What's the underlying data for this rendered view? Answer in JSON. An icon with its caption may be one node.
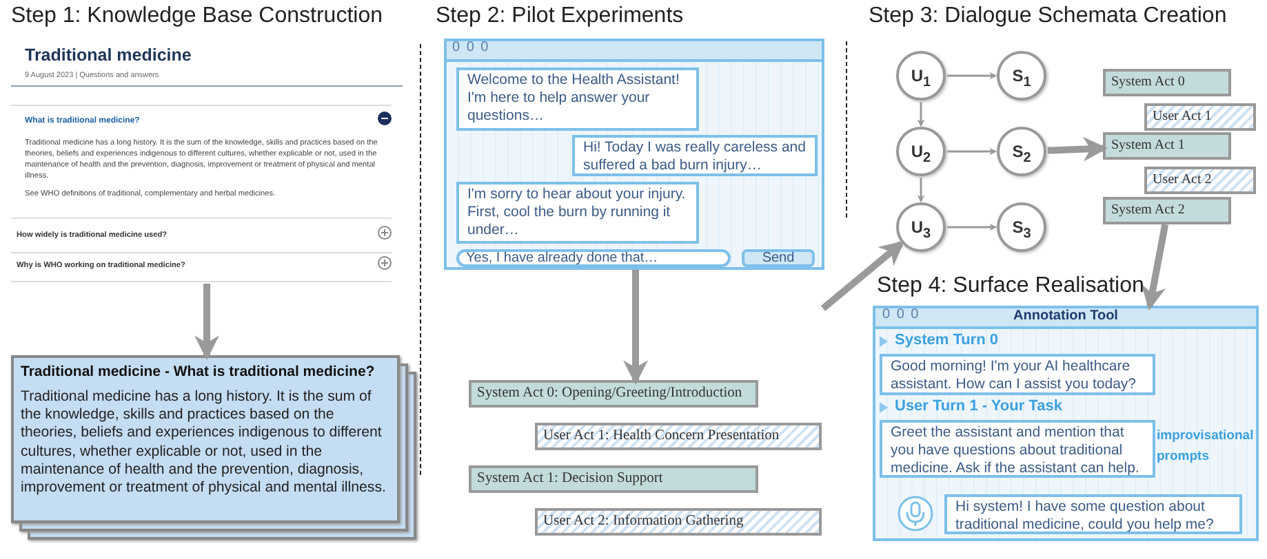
{
  "diagram": {
    "nodes": [
      {
        "text": [
          "Traditional medicine",
          "9 August 2023 | Questions and answers",
          "What is traditional medicine?",
          "Traditional medicine has a long history. It is the sum of the knowledge, skills and practices based on the theories, beliefs and experiences indigenous to different cultures, whether explicable or not, used in the maintenance of health and the prevention, diagnosis, improvement or treatment of physical and mental illness.",
          "See WHO definitions of traditional, complementary and herbal medicines.",
          "How widely is traditional medicine used?",
          "Why is WHO working on traditional medicine?"
        ]
      },
      {
        "text": [
          "Traditional medicine - What is traditional medicine?",
          "Traditional medicine has a long history. It is the sum of the knowledge, skills and practices based on the theories, beliefs and experiences indigenous to different cultures, whether explicable or not, used in the maintenance of health and the prevention, diagnosis, improvement or treatment of physical and mental illness."
        ]
      },
      {
        "text": [],
        "shape": "box"
      },
      {
        "text": [
          "Welcome to the Health Assistant! I'm here to help answer your questions…"
        ],
        "in": 2
      },
      {
        "text": [
          "Hi! Today I was really careless and suffered a bad burn injury…"
        ],
        "in": 2
      },
      {
        "text": [
          "I'm sorry to hear about your injury. First, cool the burn by running it under…"
        ],
        "in": 2
      },
      {
        "text": [
          "Yes, I have already done that…"
        ],
        "in": 2
      },
      {
        "text": [
          "Send"
        ],
        "in": 2
      },
      {
        "text": [
          "System Act 0: Opening/Greeting/Introduction"
        ]
      },
      {
        "text": [
          "User Act 1: Health Concern Presentation"
        ]
      },
      {
        "text": [
          "System Act 1: Decision Support"
        ]
      },
      {
        "text": [
          "User Act 2: Information Gathering"
        ]
      },
      {
        "text": [
          "U$_{1}$"
        ]
      },
      {
        "text": [
          "S$_{1}$"
        ]
      },
      {
        "text": [
          "U$_{2}$"
        ]
      },
      {
        "text": [
          "S$_{2}$"
        ]
      },
      {
        "text": [
          "U$_{3}$"
        ]
      },
      {
        "text": [
          "S$_{3}$"
        ]
      },
      {
        "text": [
          "System Act 0"
        ]
      },
      {
        "text": [
          "User Act 1"
        ]
      },
      {
        "text": [
          "System Act 1"
        ]
      },
      {
        "text": [
          "User Act 2"
        ]
      },
      {
        "text": [
          "System Act 2"
        ]
      },
      {
        "text": [
          "Annotation Tool"
        ]
      },
      {
        "text": [
          "Good morning! I'm your AI healthcare assistant. How can I assist you today?"
        ],
        "in": 23
      },
      {
        "text": [
          "Greet the assistant and mention that you have questions about traditional medicine. Ask if the assistant can help."
        ],
        "in": 23
      },
      {
        "text": [
          "Hi system! I have some question about traditional medicine, could you help me?"
        ],
        "in": 23
      }
    ],
    "edges": [
      {
        "from": 0,
        "to": 1,
        "arrow": "to",
        "style": "thick"
      },
      {
        "from": 2,
        "to": 8,
        "arrow": "to",
        "style": "thick"
      },
      {
        "from": null,
        "to": 16,
        "arrow": "to",
        "style": "thick"
      },
      {
        "from": 12,
        "to": 13,
        "arrow": "to"
      },
      {
        "from": 12,
        "to": 14,
        "arrow": "to"
      },
      {
        "from": 14,
        "to": 15,
        "arrow": "to"
      },
      {
        "from": 14,
        "to": 16,
        "arrow": "to"
      },
      {
        "from": 16,
        "to": 17,
        "arrow": "to"
      },
      {
        "from": 15,
        "to": 20,
        "arrow": "to",
        "style": "thick"
      },
      {
        "from": 22,
        "to": 23,
        "arrow": "to",
        "style": "thick"
      }
    ],
    "labels": [
      "Step 1: Knowledge Base Construction",
      "Step 2: Pilot Experiments",
      "0 0 0",
      "Step 3: Dialogue Schemata Creation",
      "Step 4: Surface Realisation",
      "0 0 0",
      "System Turn 0",
      "User Turn 1 - Your Task",
      "improvisational prompts"
    ]
  }
}
